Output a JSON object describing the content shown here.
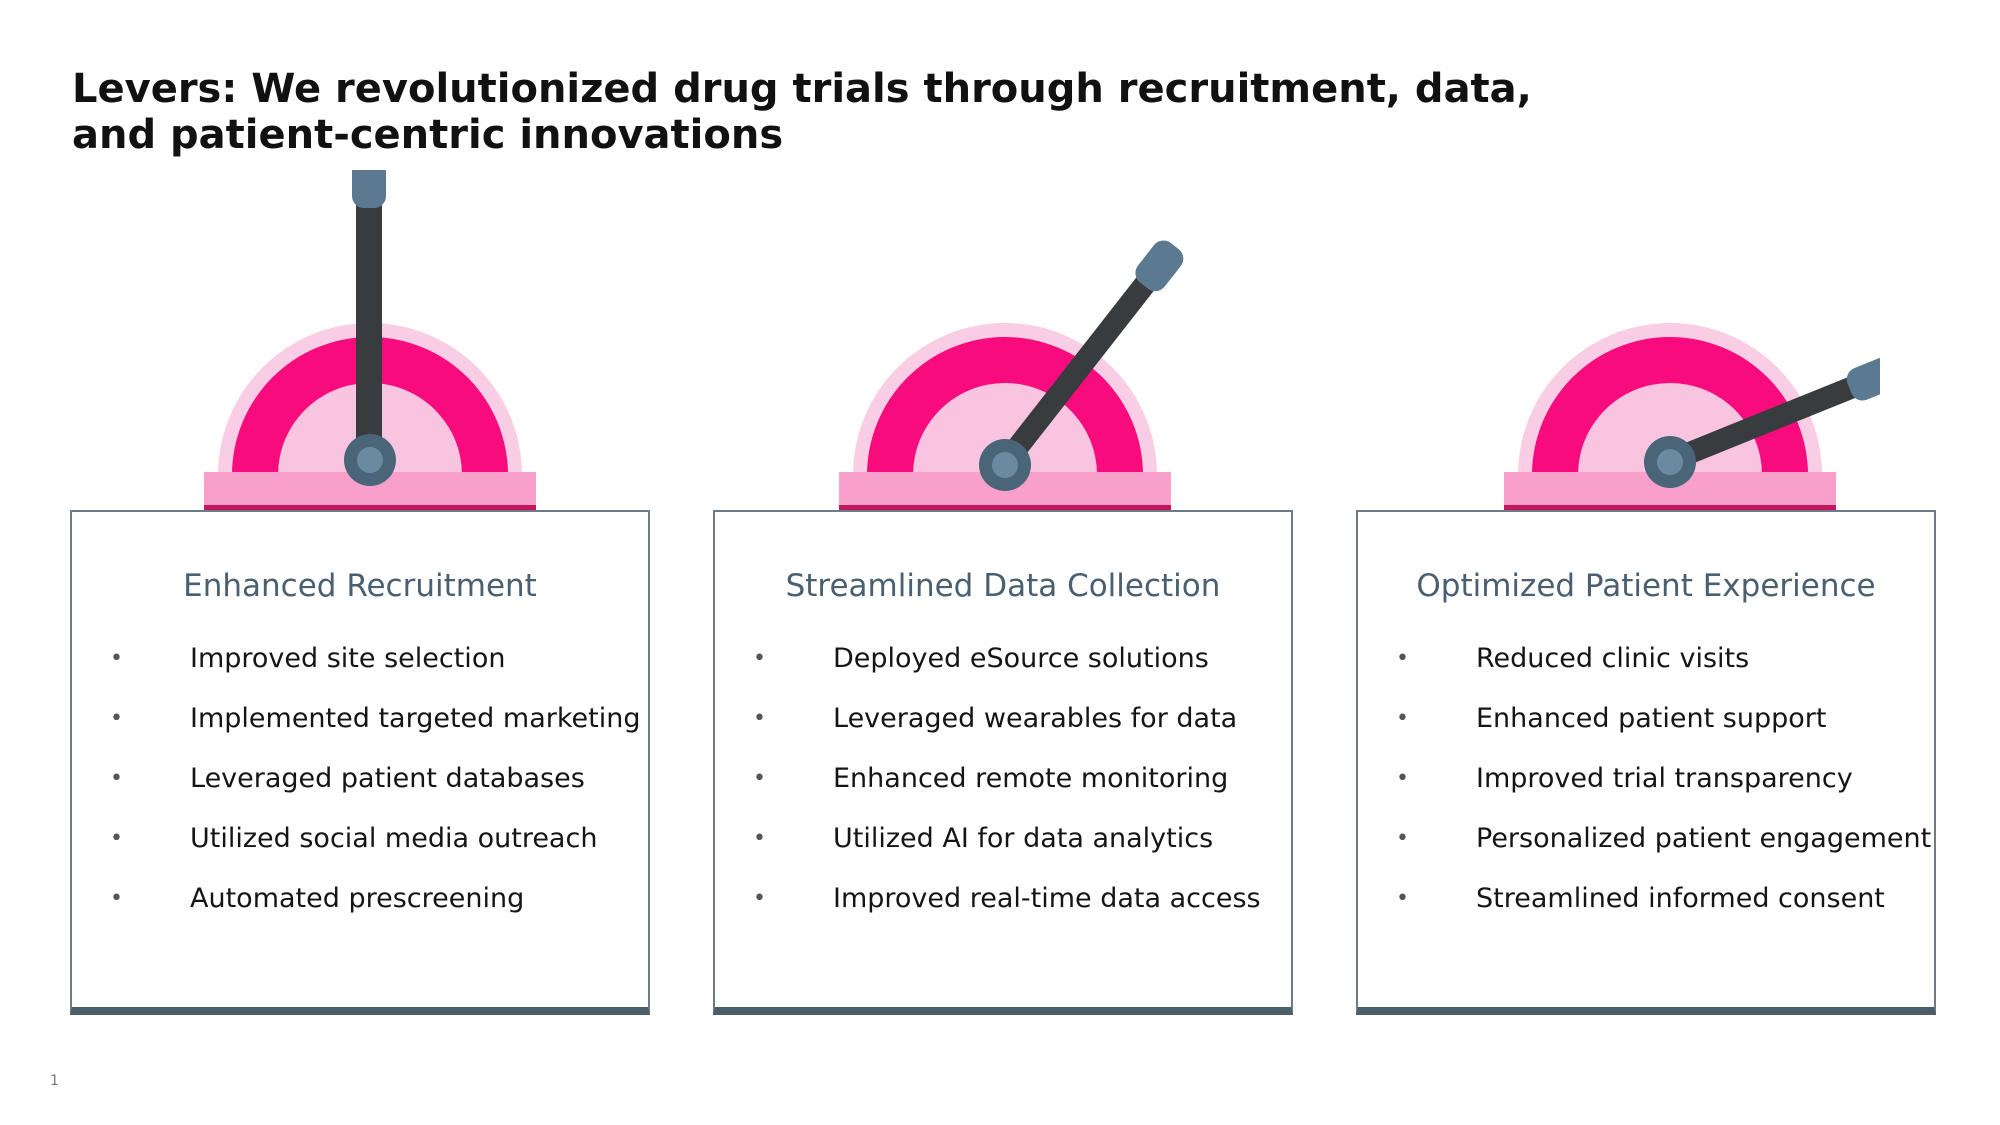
{
  "title": "Levers: We revolutionized drug trials through recruitment, data, and patient-centric innovations",
  "page_number": "1",
  "colors": {
    "arc_outer": "#f9cde3",
    "arc_main": "#f70b7d",
    "arc_inner": "#f9c4df",
    "base": "#f8a0cb",
    "base_shadow": "#c2185b",
    "lever_shaft": "#393c3f",
    "lever_cap": "#5b7a92",
    "card_title": "#4a5f70",
    "card_border": "#4d5e6b"
  },
  "cards": [
    {
      "title": "Enhanced Recruitment",
      "lever_level": 0.0,
      "items": [
        "Improved site selection",
        "Implemented targeted marketing",
        "Leveraged patient databases",
        "Utilized social media outreach",
        "Automated prescreening"
      ]
    },
    {
      "title": "Streamlined Data Collection",
      "lever_level": 0.5,
      "items": [
        "Deployed eSource solutions",
        "Leveraged wearables for data",
        "Enhanced remote monitoring",
        "Utilized AI for data analytics",
        "Improved real-time data access"
      ]
    },
    {
      "title": "Optimized Patient Experience",
      "lever_level": 1.0,
      "items": [
        "Reduced clinic visits",
        "Enhanced patient support",
        "Improved trial transparency",
        "Personalized patient engagement",
        "Streamlined informed consent"
      ]
    }
  ]
}
